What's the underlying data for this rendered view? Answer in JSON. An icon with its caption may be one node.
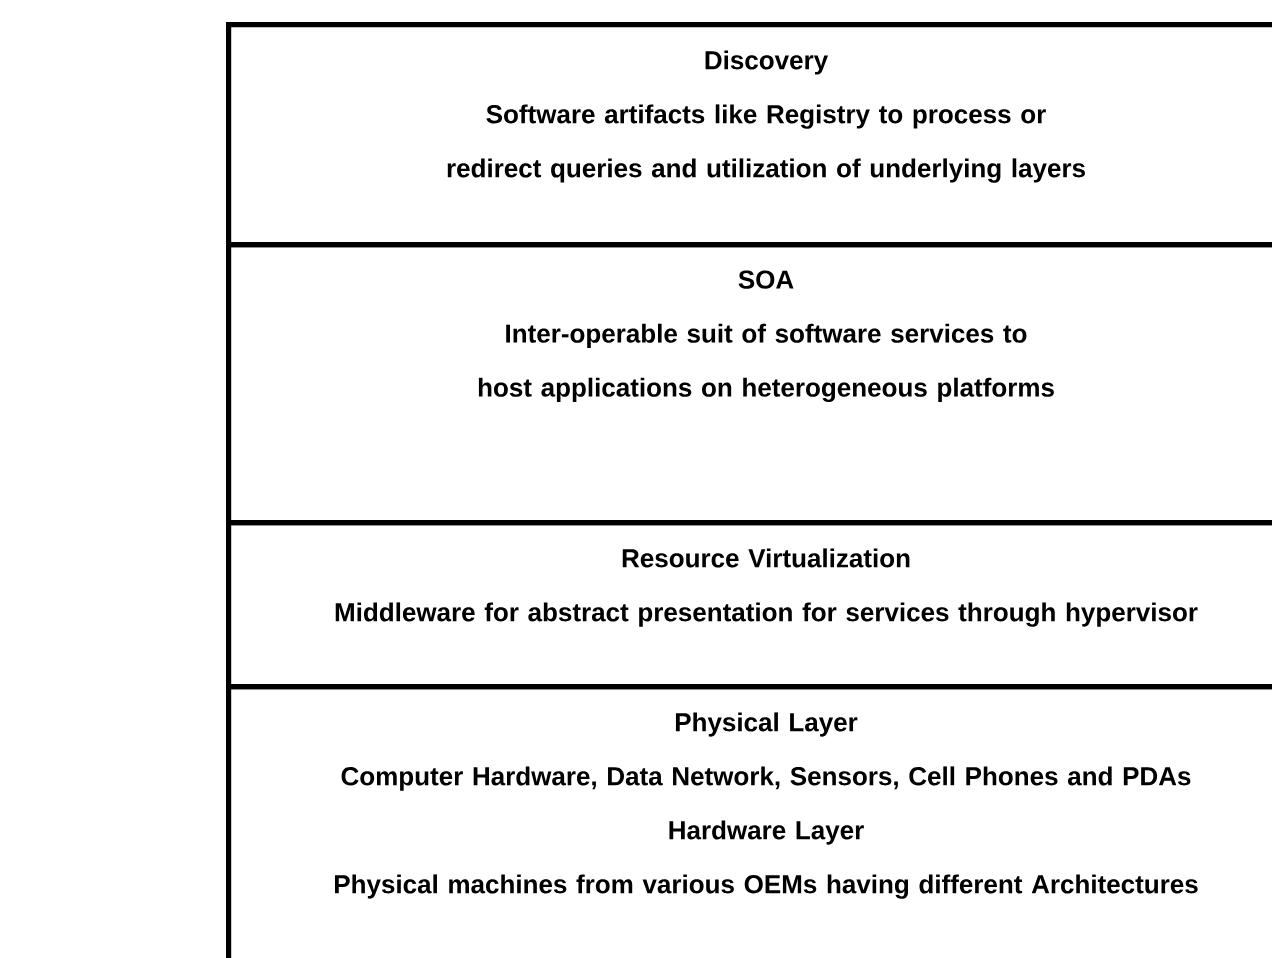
{
  "diagram": {
    "nodes": [
      {
        "text": [
          "Discovery",
          "Software artifacts like Registry to process or redirect queries and utilization of underlying layers"
        ]
      },
      {
        "text": [
          "SOA",
          "Inter-operable suit of software services to host applications on heterogeneous platforms"
        ]
      },
      {
        "text": [
          "Resource Virtualization",
          "Middleware for abstract presentation for services through hypervisor"
        ]
      },
      {
        "text": [
          "Physical Layer",
          "Computer Hardware, Data Network, Sensors, Cell Phones and PDAs",
          "Hardware Layer",
          "Physical machines from various OEMs having different Architectures"
        ]
      }
    ]
  }
}
